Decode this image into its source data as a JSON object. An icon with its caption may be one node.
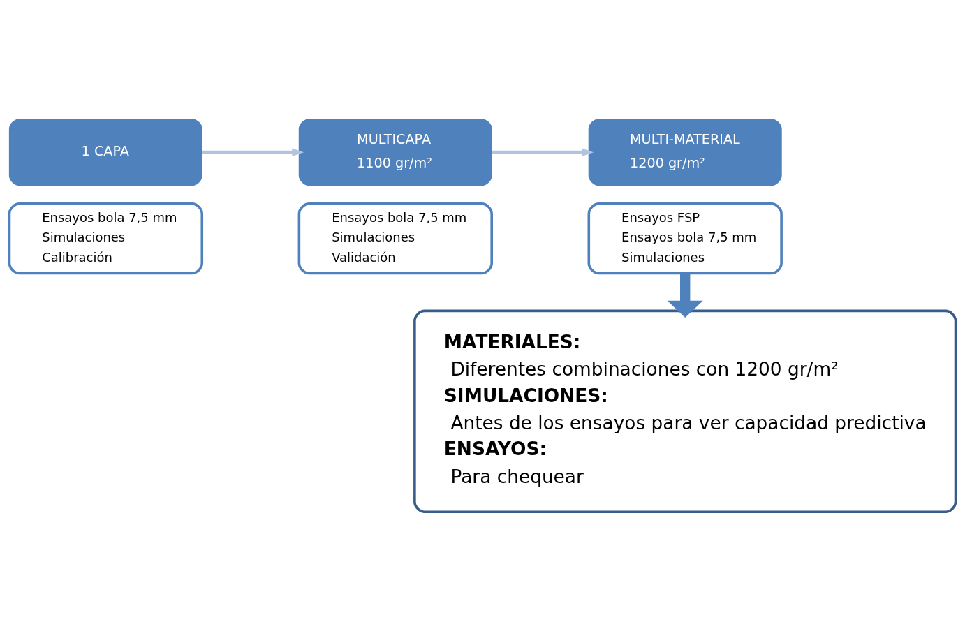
{
  "diagram": {
    "nodes": [
      {
        "text": [
          "1 CAPA"
        ]
      },
      {
        "text": [
          "Ensayos bola 7,5 mm",
          "Simulaciones",
          "Calibración"
        ]
      },
      {
        "text": [
          "MULTICAPA",
          "1100 gr/m²"
        ]
      },
      {
        "text": [
          "Ensayos bola 7,5 mm",
          "Simulaciones",
          "Validación"
        ]
      },
      {
        "text": [
          "MULTI-MATERIAL",
          "1200 gr/m²"
        ]
      },
      {
        "text": [
          "Ensayos FSP",
          "Ensayos bola 7,5 mm",
          "Simulaciones"
        ]
      },
      {
        "text": [
          "MATERIALES:",
          "Diferentes combinaciones con 1200 gr/m²",
          "SIMULACIONES:",
          "Antes de los ensayos para ver capacidad predictiva",
          "ENSAYOS:",
          "Para chequear"
        ]
      }
    ],
    "edges": [
      {
        "from": 0,
        "to": 2,
        "arrow": "to"
      },
      {
        "from": 2,
        "to": 4,
        "arrow": "to"
      },
      {
        "from": 5,
        "to": 6,
        "arrow": "to",
        "style": "thick",
        "color": "#4f81bd"
      }
    ]
  }
}
